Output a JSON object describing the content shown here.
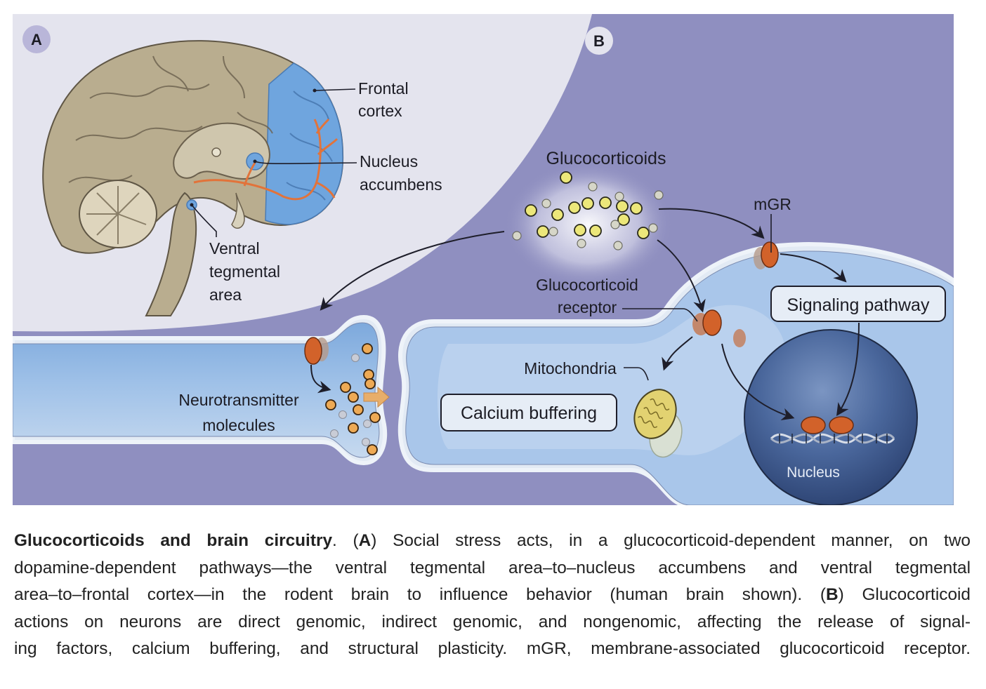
{
  "figure": {
    "panels": [
      {
        "id": "A",
        "letter": "A",
        "subject": "human brain, sagittal section"
      },
      {
        "id": "B",
        "letter": "B",
        "subject": "glucocorticoid actions on neurons"
      }
    ],
    "panel_a": {
      "labels": {
        "frontal_cortex": [
          "Frontal",
          "cortex"
        ],
        "nucleus_accumbens": [
          "Nucleus",
          "accumbens"
        ],
        "ventral_tegmental_area": [
          "Ventral",
          "tegmental",
          "area"
        ]
      }
    },
    "panel_b": {
      "labels": {
        "glucocorticoids": "Glucocorticoids",
        "mgr": "mGR",
        "glucocorticoid_receptor": [
          "Glucocorticoid",
          "receptor"
        ],
        "signaling_pathway": "Signaling pathway",
        "mitochondria": "Mitochondria",
        "calcium_buffering": "Calcium buffering",
        "neurotransmitter_molecules": [
          "Neurotransmitter",
          "molecules"
        ],
        "nucleus": "Nucleus"
      }
    },
    "colors": {
      "background_light": "#e4e4ee",
      "background_purple": "#8f8fc0",
      "neuron_fill": "#a9c6ea",
      "neuron_core": "#c8daf1",
      "brain_tan": "#b9ad8f",
      "frontal_blue": "#6fa5de",
      "receptor_orange": "#d2622a",
      "glucocorticoid_yellow": "#ece77a",
      "nucleus_blue": "#3d5a8f",
      "mitochondria_yellow": "#e2d271",
      "pathway_orange": "#e2733a"
    }
  },
  "caption": {
    "title": "Glucocorticoids and brain circuitry",
    "lines": [
      [
        {
          "t": "Glucocorticoids and brain circuitry",
          "b": true
        },
        {
          "t": ". ("
        },
        {
          "t": "A",
          "b": true
        },
        {
          "t": ") Social stress acts, in a glucocorticoid-dependent manner, on two"
        }
      ],
      [
        {
          "t": "dopamine-dependent pathways—the ventral tegmental area–to–nucleus accumbens and ventral tegmental"
        }
      ],
      [
        {
          "t": "area–to–frontal cortex—in the rodent brain to influence behavior (human brain shown). ("
        },
        {
          "t": "B",
          "b": true
        },
        {
          "t": ") Glucocorticoid"
        }
      ],
      [
        {
          "t": "actions on neurons are direct genomic, indirect genomic, and nongenomic, affecting the release of signal-"
        }
      ],
      [
        {
          "t": "ing factors, calcium buffering, and structural plasticity. mGR, membrane-associated glucocorticoid receptor."
        }
      ]
    ]
  }
}
